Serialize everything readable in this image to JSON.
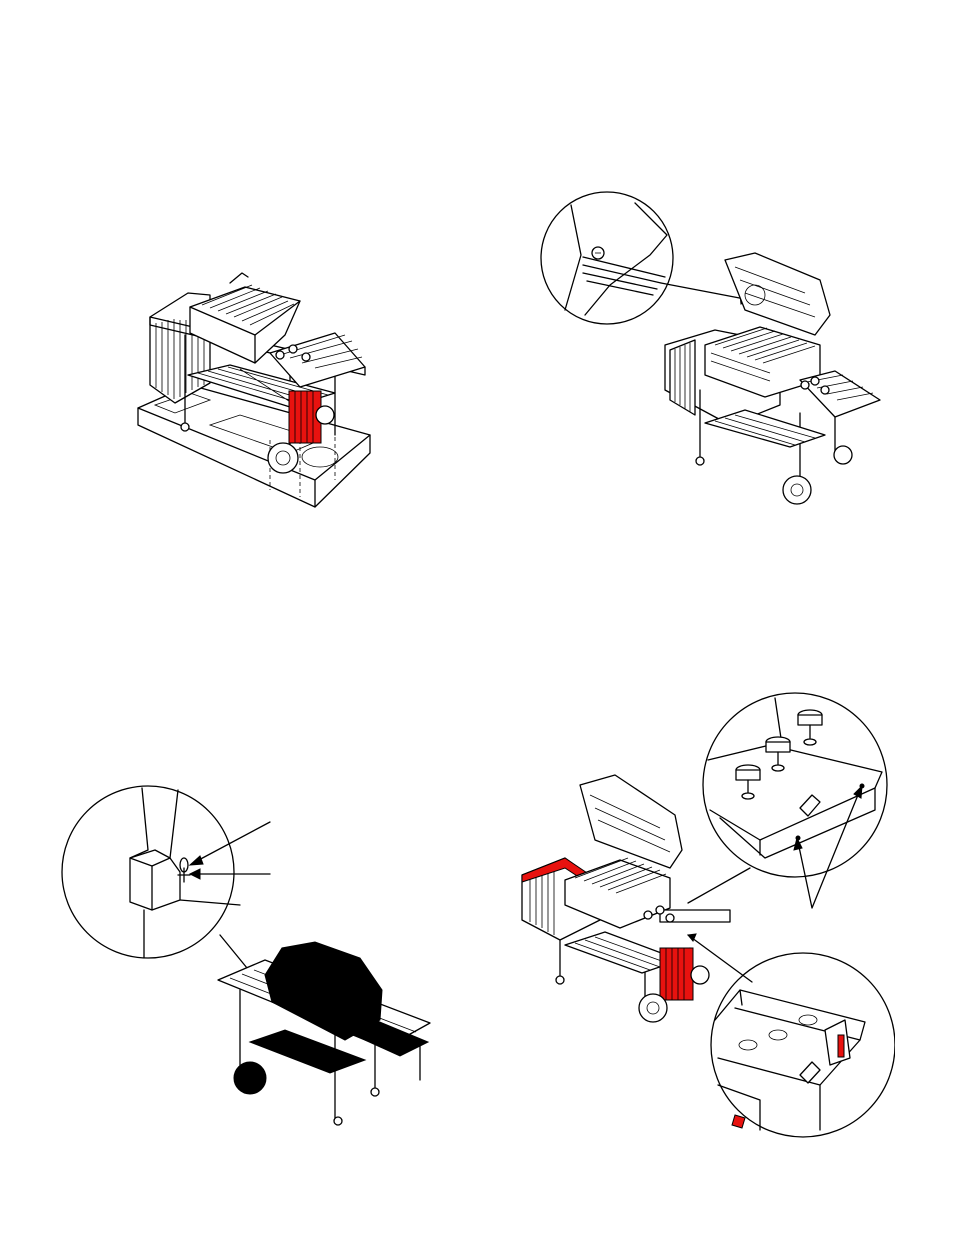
{
  "colors": {
    "highlight": "#e8120f",
    "line": "#000000",
    "background": "#ffffff"
  },
  "figures": [
    {
      "icon": "grill-in-shipping-tray-illustration"
    },
    {
      "icon": "grill-lid-open-detail-illustration"
    },
    {
      "icon": "grill-cover-tie-detail-illustration"
    },
    {
      "icon": "control-knob-install-detail-illustration"
    }
  ]
}
